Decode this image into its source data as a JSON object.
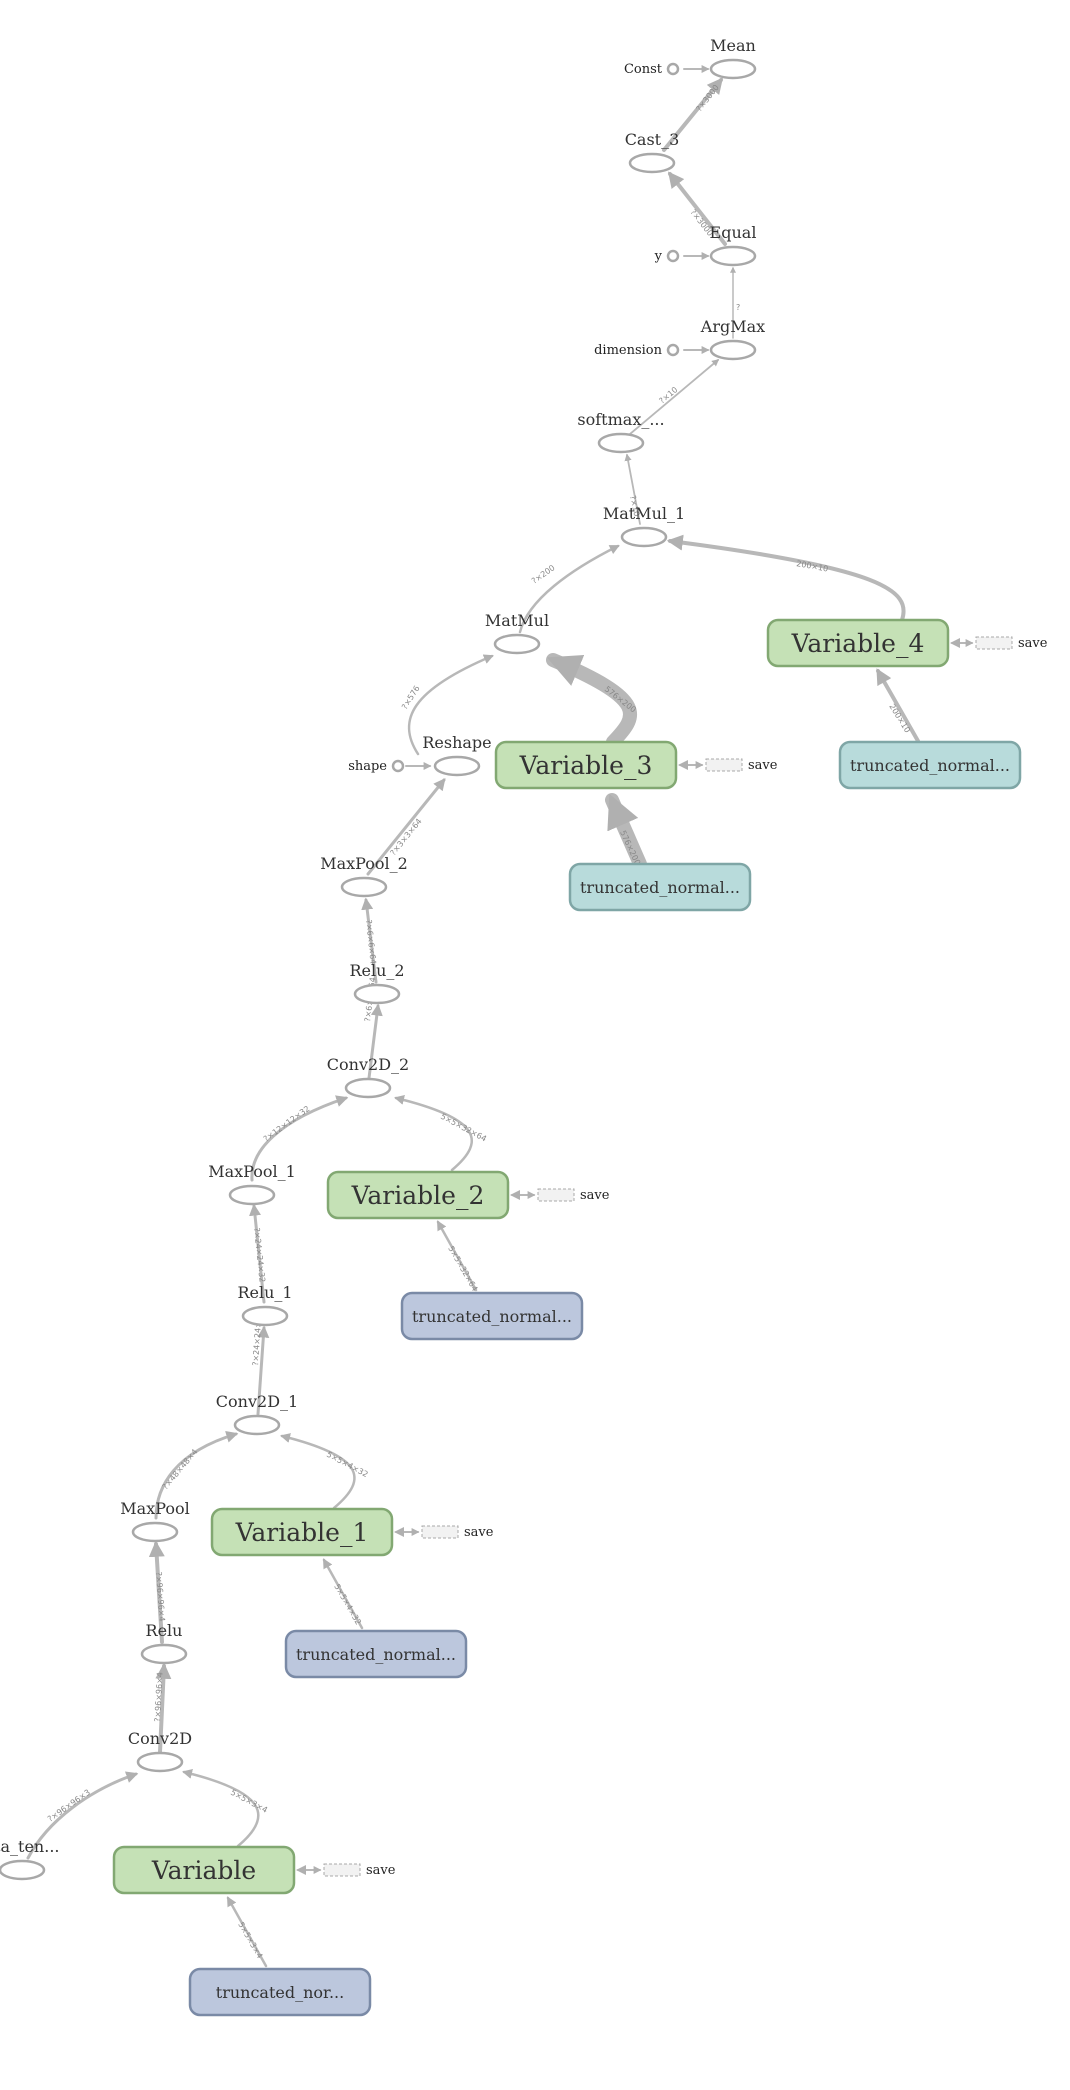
{
  "colors": {
    "variable_fill": "#c5e1b6",
    "variable_stroke": "#82a872",
    "truncated_blue_fill": "#bcc7dd",
    "truncated_blue_stroke": "#7a8aa6",
    "truncated_teal_fill": "#b8dbdb",
    "truncated_teal_stroke": "#7fa6a6",
    "edge": "#b8b8b8",
    "op_stroke": "#a8a8a8"
  },
  "ops": {
    "mean": "Mean",
    "cast_3": "Cast_3",
    "equal": "Equal",
    "argmax": "ArgMax",
    "softmax": "softmax_...",
    "matmul_1": "MatMul_1",
    "matmul": "MatMul",
    "reshape": "Reshape",
    "maxpool_2": "MaxPool_2",
    "relu_2": "Relu_2",
    "conv2d_2": "Conv2D_2",
    "maxpool_1": "MaxPool_1",
    "relu_1": "Relu_1",
    "conv2d_1": "Conv2D_1",
    "maxpool": "MaxPool",
    "relu": "Relu",
    "conv2d": "Conv2D",
    "data_tensor": "ata_ten..."
  },
  "inputs": {
    "const": "Const",
    "y": "y",
    "dimension": "dimension",
    "shape": "shape"
  },
  "variables": {
    "variable": "Variable",
    "variable_1": "Variable_1",
    "variable_2": "Variable_2",
    "variable_3": "Variable_3",
    "variable_4": "Variable_4"
  },
  "truncated": {
    "t0": "truncated_nor...",
    "t1": "truncated_normal...",
    "t2": "truncated_normal...",
    "t3": "truncated_normal...",
    "t4": "truncated_normal..."
  },
  "save_label": "save",
  "edge_labels": {
    "cast_mean": "?×3000",
    "equal_cast": "?×3000",
    "argmax_equal": "?",
    "softmax_argmax": "?×10",
    "matmul1_softmax": "?×10",
    "var4_matmul1": "200×10",
    "trunc4_var4": "200×10",
    "matmul_matmul1": "?×200",
    "reshape_matmul": "?×576",
    "var3_matmul": "576×200",
    "trunc3_var3": "576×200",
    "maxpool2_reshape": "?×3×3×64",
    "relu2_maxpool2": "?×6×6×64",
    "conv2d2_relu2": "?×6×6×64",
    "maxpool1_conv2d2": "?×12×12×32",
    "var2_conv2d2": "5×5×32×64",
    "trunc2_var2": "5×5×32×64",
    "relu1_maxpool1": "?×24×24×32",
    "conv2d1_relu1": "?×24×24×32",
    "maxpool_conv2d1": "?×48×48×4",
    "var1_conv2d1": "5×5×4×32",
    "trunc1_var1": "5×5×4×32",
    "relu_maxpool": "?×96×96×4",
    "conv2d_relu": "?×96×96×4",
    "data_conv2d": "?×96×96×3",
    "var_conv2d": "5×5×3×4",
    "trunc0_var": "5×5×3×4"
  }
}
